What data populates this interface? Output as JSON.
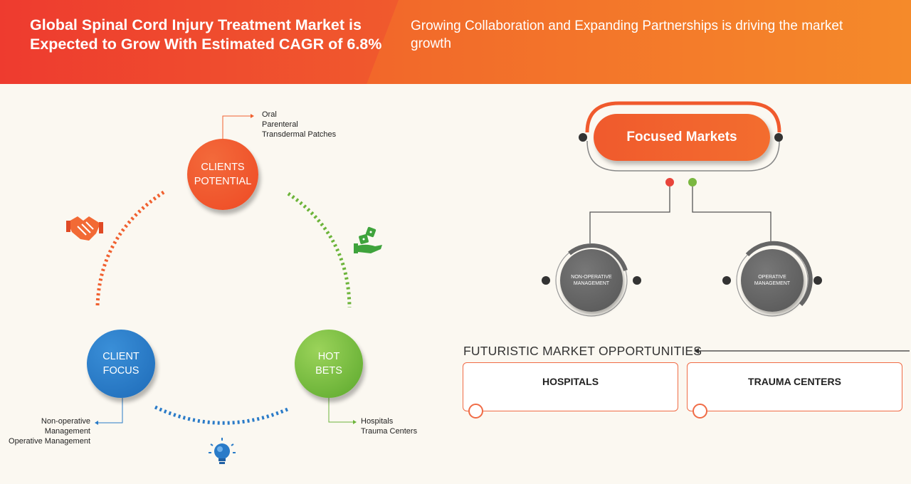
{
  "header": {
    "title": "Global Spinal Cord Injury Treatment Market is Expected to Grow With Estimated CAGR of 6.8%",
    "subtitle": "Growing Collaboration and Expanding Partnerships is driving the market growth"
  },
  "cycle": {
    "clients_potential": {
      "line1": "CLIENTS",
      "line2": "POTENTIAL",
      "items": [
        "Oral",
        "Parenteral",
        "Transdermal Patches"
      ]
    },
    "client_focus": {
      "line1": "CLIENT",
      "line2": "FOCUS",
      "items": [
        "Non-operative",
        "Management",
        "Operative Management"
      ]
    },
    "hot_bets": {
      "line1": "HOT",
      "line2": "BETS",
      "items": [
        "Hospitals",
        "Trauma Centers"
      ]
    }
  },
  "icons": {
    "handshake": "handshake-icon",
    "dice": "dice-hand-icon",
    "bulb": "lightbulb-icon"
  },
  "colors": {
    "orange": "#f05a2d",
    "blue": "#1e6bb8",
    "green": "#5ba82c",
    "grey": "#5a5a5a"
  },
  "focused_markets": {
    "title": "Focused Markets",
    "non_operative": {
      "line1": "NON-OPERATIVE",
      "line2": "MANAGEMENT"
    },
    "operative": {
      "line1": "OPERATIVE",
      "line2": "MANAGEMENT"
    }
  },
  "opportunities": {
    "title": "FUTURISTIC MARKET OPPORTUNITIES",
    "boxes": [
      "HOSPITALS",
      "TRAUMA CENTERS"
    ]
  }
}
